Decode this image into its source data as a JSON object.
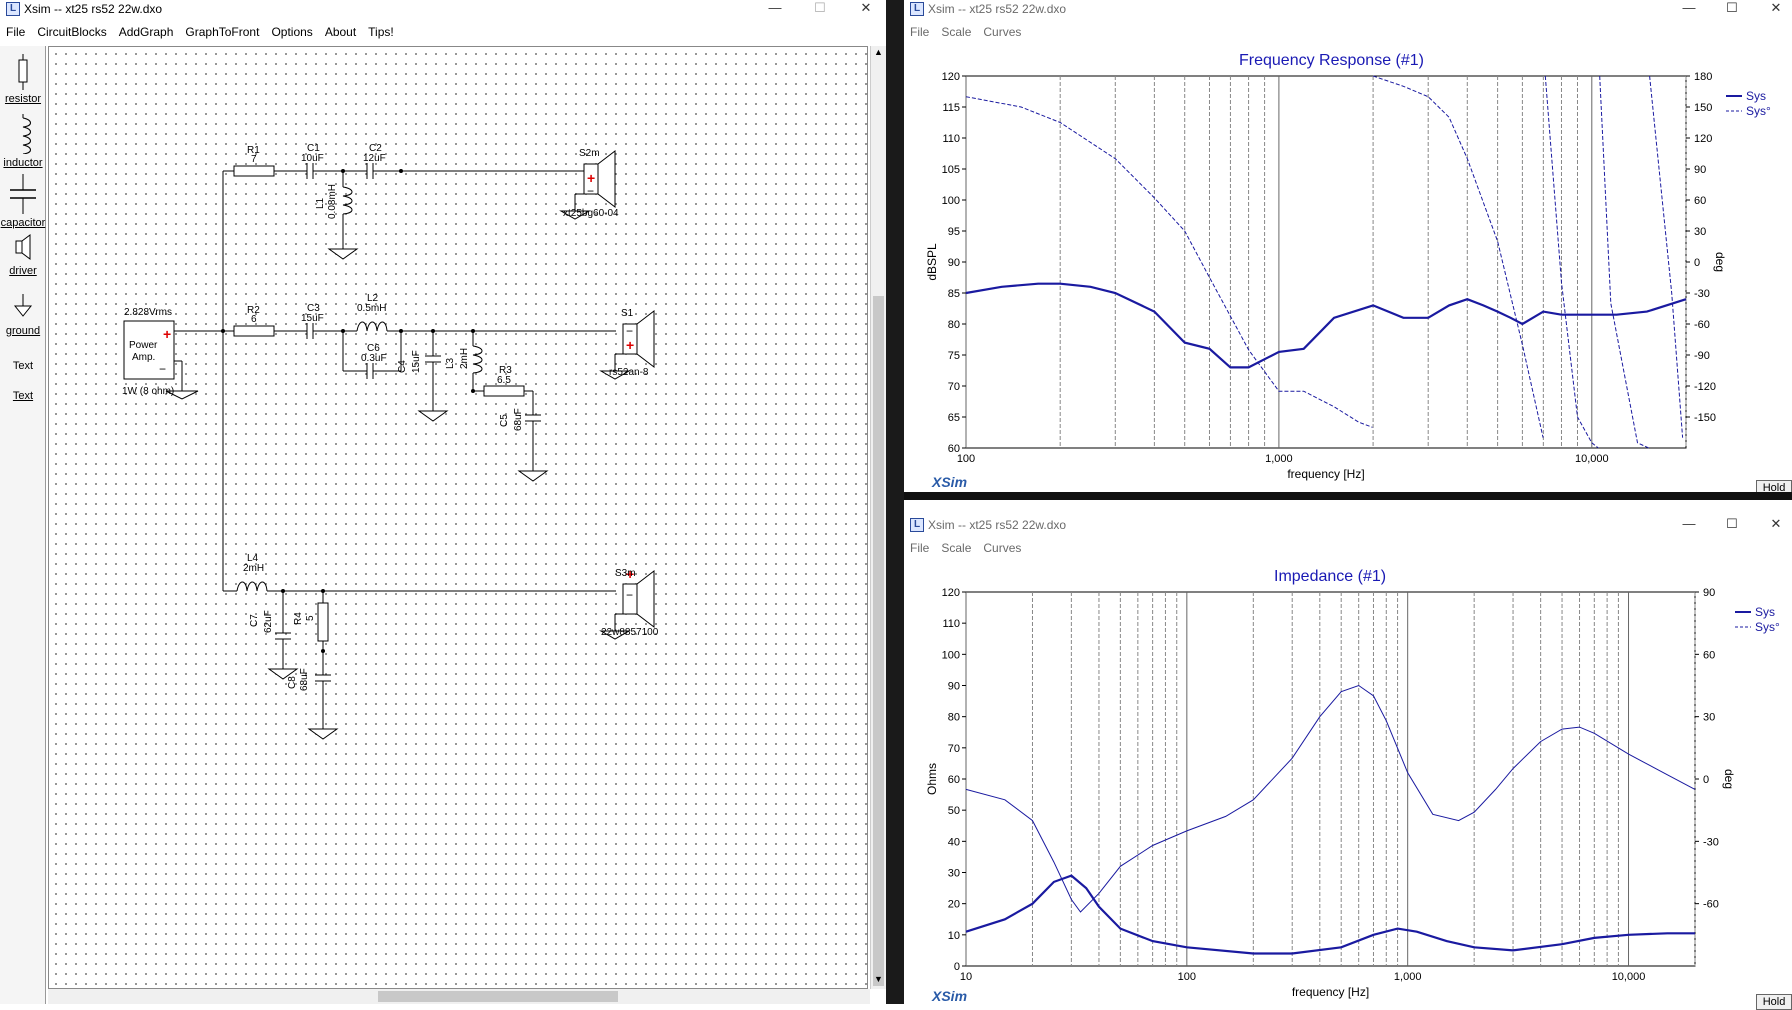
{
  "main_window": {
    "title": "Xsim -- xt25 rs52 22w.dxo",
    "menu": [
      "File",
      "CircuitBlocks",
      "AddGraph",
      "GraphToFront",
      "Options",
      "About",
      "Tips!"
    ],
    "tools": [
      "resistor",
      "inductor",
      "capacitor",
      "driver",
      "ground",
      "Text",
      "Text"
    ]
  },
  "schematic": {
    "R1": {
      "name": "R1",
      "value": "7"
    },
    "C1": {
      "name": "C1",
      "value": "10uF"
    },
    "C2": {
      "name": "C2",
      "value": "12uF"
    },
    "L1": {
      "name": "L1",
      "value": "0.08mH"
    },
    "S2m": {
      "name": "S2m",
      "model": "xt25bg60-04"
    },
    "source": {
      "voltage": "2.828Vrms",
      "label1": "Power",
      "label2": "Amp.",
      "power": "1W (8 ohm)"
    },
    "R2": {
      "name": "R2",
      "value": "6"
    },
    "C3": {
      "name": "C3",
      "value": "15uF"
    },
    "L2": {
      "name": "L2",
      "value": "0.5mH"
    },
    "C6": {
      "name": "C6",
      "value": "0.3uF"
    },
    "C4": {
      "name": "C4",
      "value": "15uF"
    },
    "L3": {
      "name": "L3",
      "value": "2mH"
    },
    "R3": {
      "name": "R3",
      "value": "6.5"
    },
    "C5": {
      "name": "C5",
      "value": "68uF"
    },
    "S1": {
      "name": "S1",
      "model": "rs52an-8"
    },
    "L4": {
      "name": "L4",
      "value": "2mH"
    },
    "C7": {
      "name": "C7",
      "value": "62uF"
    },
    "R4": {
      "name": "R4",
      "value": "5"
    },
    "C8": {
      "name": "C8",
      "value": "68uF"
    },
    "S3m": {
      "name": "S3m",
      "model": "22w8857100"
    }
  },
  "freq_window": {
    "title": "Xsim -- xt25 rs52 22w.dxo",
    "menu": [
      "File",
      "Scale",
      "Curves"
    ],
    "hold_label": "Hold",
    "brand": "XSim",
    "chart_data": {
      "type": "line",
      "title": "Frequency Response (#1)",
      "xlabel": "frequency [Hz]",
      "ylabel": "dBSPL",
      "y2label": "deg",
      "x_scale": "log",
      "xlim": [
        100,
        20000
      ],
      "ylim": [
        60,
        120
      ],
      "y2lim": [
        -180,
        180
      ],
      "x_ticks": [
        "100",
        "1,000",
        "10,000"
      ],
      "y_ticks": [
        "60",
        "65",
        "70",
        "75",
        "80",
        "85",
        "90",
        "95",
        "100",
        "105",
        "110",
        "115",
        "120"
      ],
      "y2_ticks": [
        "-150",
        "-120",
        "-90",
        "-60",
        "-30",
        "0",
        "30",
        "60",
        "90",
        "120",
        "150",
        "180"
      ],
      "grid": true,
      "legend": "right",
      "series": [
        {
          "name": "Sys",
          "axis": "left",
          "style": "solid",
          "x": [
            100,
            130,
            170,
            200,
            250,
            300,
            400,
            500,
            600,
            700,
            800,
            1000,
            1200,
            1500,
            2000,
            2500,
            3000,
            3500,
            4000,
            4500,
            5000,
            5500,
            6000,
            7000,
            8000,
            10000,
            12000,
            15000,
            20000
          ],
          "y": [
            85,
            86,
            86.5,
            86.5,
            86,
            85,
            82,
            77,
            76,
            73,
            73,
            75.5,
            76,
            81,
            83,
            81,
            81,
            83,
            84,
            83,
            82,
            81,
            80,
            82,
            81.5,
            81.5,
            81.5,
            82,
            84
          ]
        },
        {
          "name": "Sys°",
          "axis": "right",
          "style": "dashed",
          "x": [
            100,
            150,
            200,
            300,
            400,
            500,
            600,
            800,
            1000,
            1200,
            1500,
            1800,
            1990,
            2000,
            2500,
            3000,
            3500,
            4000,
            5000,
            6000,
            6990,
            7100,
            8000,
            9000,
            10000,
            10500,
            10600,
            11500,
            14000,
            15200,
            15300,
            18000,
            19500
          ],
          "y": [
            160,
            150,
            135,
            100,
            62,
            30,
            -15,
            -85,
            -125,
            -125,
            -140,
            -155,
            -160,
            180,
            170,
            160,
            140,
            100,
            20,
            -80,
            -170,
            180,
            -20,
            -150,
            -175,
            -180,
            180,
            -40,
            -175,
            -180,
            180,
            -30,
            -170
          ]
        }
      ]
    }
  },
  "imp_window": {
    "title": "Xsim -- xt25 rs52 22w.dxo",
    "menu": [
      "File",
      "Scale",
      "Curves"
    ],
    "hold_label": "Hold",
    "brand": "XSim",
    "chart_data": {
      "type": "line",
      "title": "Impedance (#1)",
      "xlabel": "frequency [Hz]",
      "ylabel": "Ohms",
      "y2label": "deg",
      "x_scale": "log",
      "xlim": [
        10,
        20000
      ],
      "ylim": [
        0,
        120
      ],
      "y2lim": [
        -90,
        90
      ],
      "x_ticks": [
        "10",
        "100",
        "1,000",
        "10,000"
      ],
      "y_ticks": [
        "0",
        "10",
        "20",
        "30",
        "40",
        "50",
        "60",
        "70",
        "80",
        "90",
        "100",
        "110",
        "120"
      ],
      "y2_ticks": [
        "-60",
        "-30",
        "0",
        "30",
        "60",
        "90"
      ],
      "grid": true,
      "legend": "right",
      "series": [
        {
          "name": "Sys",
          "axis": "left",
          "style": "solid",
          "x": [
            10,
            15,
            20,
            25,
            30,
            35,
            40,
            50,
            70,
            100,
            200,
            300,
            500,
            700,
            900,
            1100,
            1500,
            2000,
            3000,
            5000,
            7000,
            10000,
            15000,
            20000
          ],
          "y": [
            11,
            15,
            20,
            27,
            29,
            25,
            19,
            12,
            8,
            6,
            4,
            4,
            6,
            10,
            12,
            11,
            8,
            6,
            5,
            7,
            9,
            10,
            10.5,
            10.5
          ]
        },
        {
          "name": "Sys°",
          "axis": "right",
          "style": "solid",
          "x": [
            10,
            15,
            20,
            25,
            30,
            33,
            40,
            50,
            70,
            100,
            150,
            200,
            300,
            400,
            500,
            600,
            700,
            800,
            1000,
            1300,
            1700,
            2000,
            2500,
            3000,
            4000,
            5000,
            6000,
            7000,
            10000,
            15000,
            20000
          ],
          "y": [
            -5,
            -10,
            -20,
            -40,
            -58,
            -64,
            -55,
            -42,
            -32,
            -25,
            -18,
            -10,
            10,
            30,
            42,
            45,
            40,
            28,
            3,
            -17,
            -20,
            -16,
            -5,
            5,
            18,
            24,
            25,
            22,
            12,
            2,
            -5
          ]
        }
      ]
    }
  }
}
